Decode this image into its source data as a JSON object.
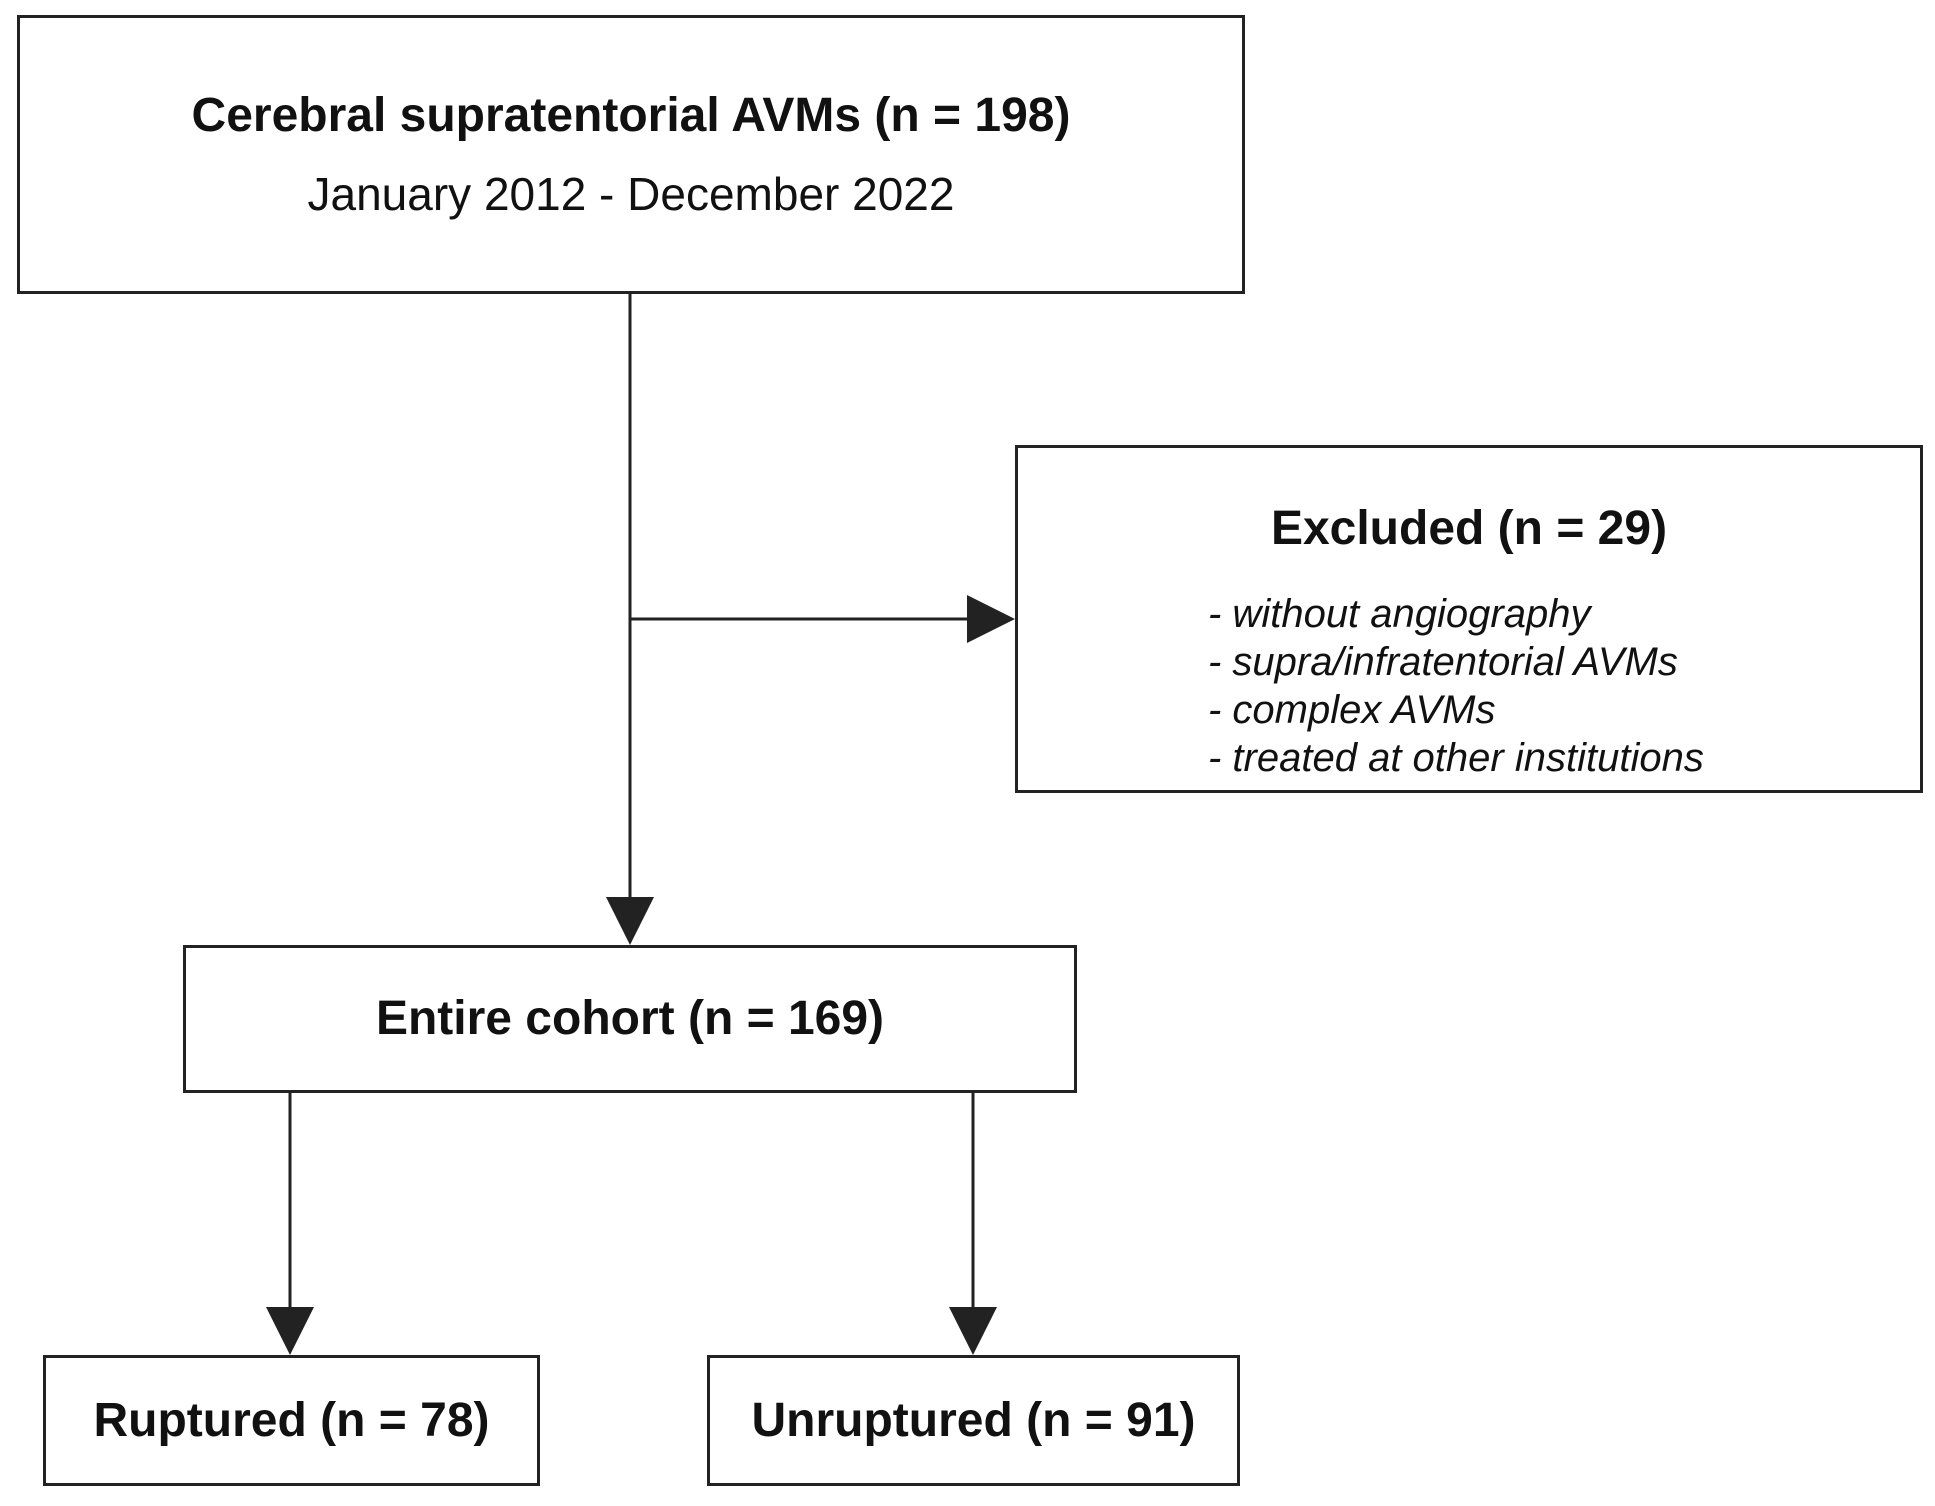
{
  "flowchart": {
    "start": {
      "title": "Cerebral supratentorial AVMs (n = 198)",
      "period": "January 2012 - December 2022"
    },
    "excluded": {
      "title": "Excluded (n = 29)",
      "reasons": [
        "- without angiography",
        "- supra/infratentorial AVMs",
        "- complex AVMs",
        "- treated at other institutions"
      ]
    },
    "cohort": {
      "title": "Entire cohort (n = 169)"
    },
    "ruptured": {
      "title": "Ruptured (n = 78)"
    },
    "unruptured": {
      "title": "Unruptured (n = 91)"
    }
  },
  "colors": {
    "line": "#222222",
    "background": "#ffffff"
  }
}
